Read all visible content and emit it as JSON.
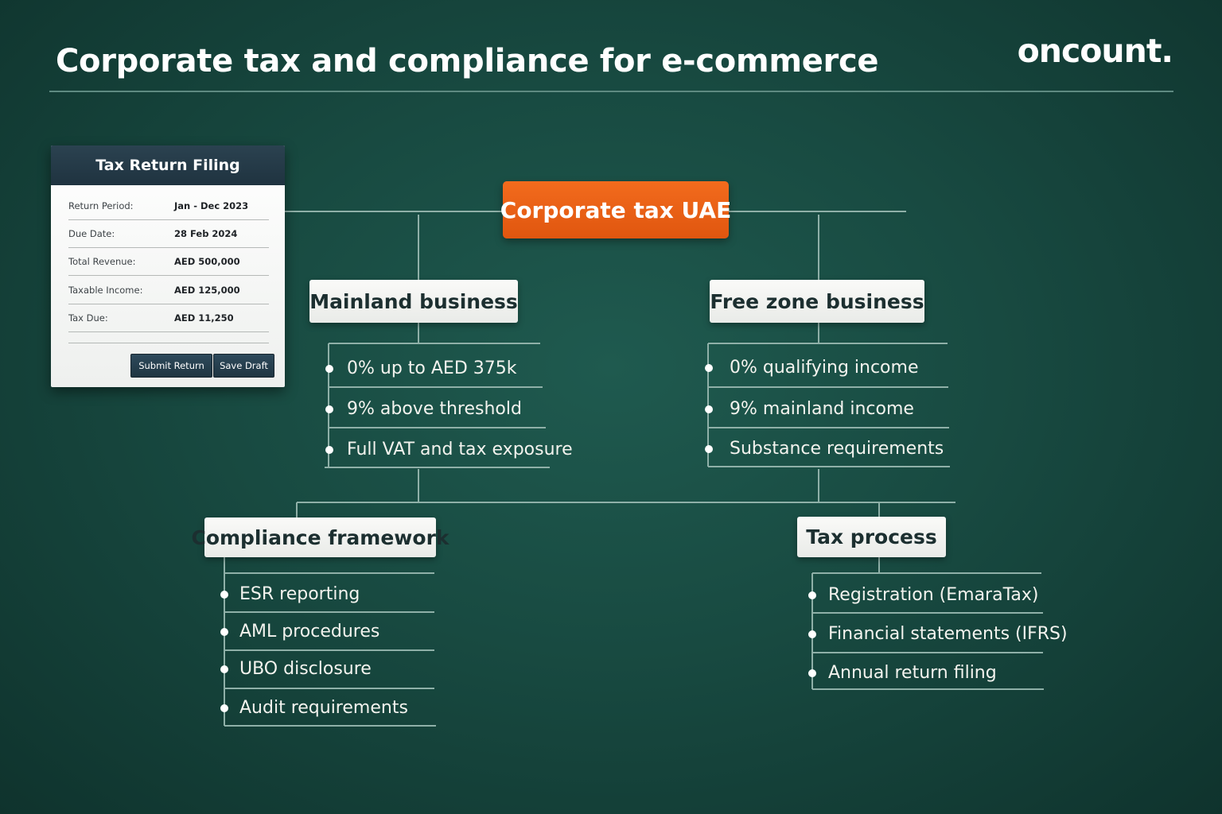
{
  "header": {
    "title": "Corporate tax and compliance for e-commerce",
    "logo": "oncount."
  },
  "form": {
    "title": "Tax Return Filing",
    "rows": [
      {
        "label": "Return Period:",
        "value": "Jan - Dec 2023"
      },
      {
        "label": "Due Date:",
        "value": "28 Feb 2024"
      },
      {
        "label": "Total Revenue:",
        "value": "AED 500,000"
      },
      {
        "label": "Taxable Income:",
        "value": "AED 125,000"
      },
      {
        "label": "Tax Due:",
        "value": "AED 11,250"
      }
    ],
    "submit_label": "Submit Return",
    "draft_label": "Save Draft"
  },
  "diagram": {
    "root": "Corporate tax UAE",
    "mainland": {
      "title": "Mainland business",
      "items": [
        "0% up to AED 375k",
        "9% above threshold",
        "Full VAT and tax exposure"
      ]
    },
    "freezone": {
      "title": "Free zone business",
      "items": [
        "0% qualifying income",
        "9% mainland income",
        "Substance requirements"
      ]
    },
    "compliance": {
      "title": "Compliance framework",
      "items": [
        "ESR reporting",
        "AML procedures",
        "UBO disclosure",
        "Audit requirements"
      ]
    },
    "process": {
      "title": "Tax process",
      "items": [
        "Registration (EmaraTax)",
        "Financial statements (IFRS)",
        "Annual return filing"
      ]
    }
  },
  "colors": {
    "background": "#184a41",
    "accent": "#f26b1d",
    "line": "#8fb0a8"
  }
}
